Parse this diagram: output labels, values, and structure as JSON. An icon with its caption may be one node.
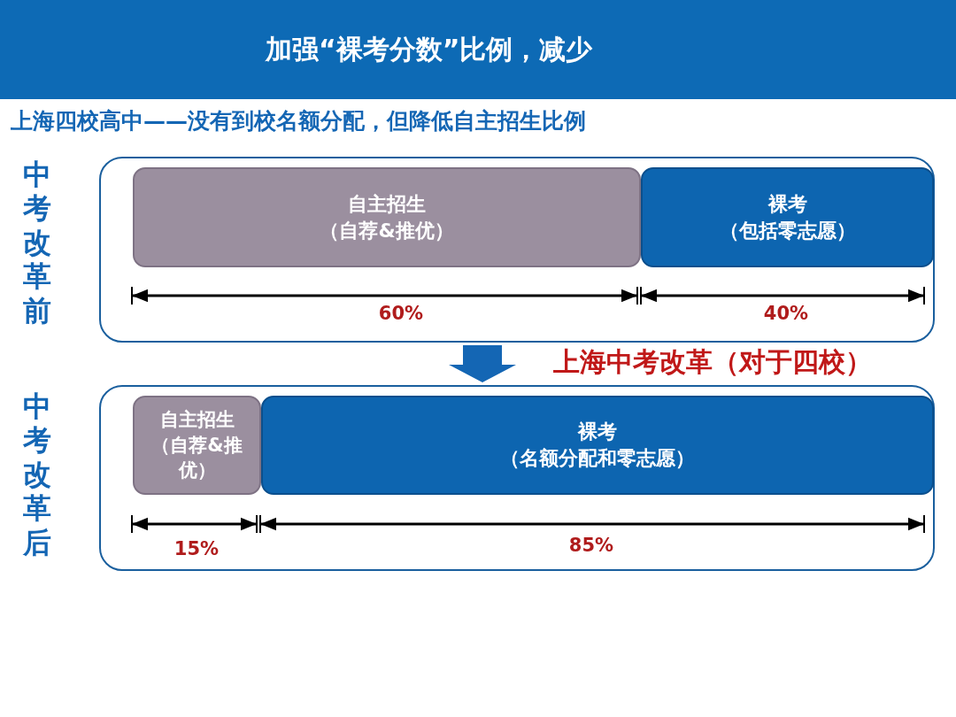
{
  "diagram": {
    "title": "加强“裸考分数”比例，减少",
    "nodes": [
      {
        "text": [],
        "shape": "box"
      },
      {
        "text": [
          "自主招生",
          "（自荐&推优）"
        ],
        "in": 0
      },
      {
        "text": [
          "裸考",
          "（包括零志愿）"
        ],
        "in": 0
      },
      {
        "text": [],
        "shape": "box"
      },
      {
        "text": [
          "自主招生",
          "（自荐&推优）"
        ],
        "in": 3
      },
      {
        "text": [
          "裸考",
          "（名额分配和零志愿）"
        ],
        "in": 3
      }
    ],
    "edges": [
      {
        "from": 0,
        "to": 3,
        "arrow": "to",
        "label": "上海中考改革（对于四校）",
        "style": "thick"
      }
    ],
    "labels": [
      "上海四校高中——没有到校名额分配，但降低自主招生比例",
      "中考改革前",
      "60%",
      "40%",
      "中考改革后",
      "15%",
      "85%"
    ]
  }
}
